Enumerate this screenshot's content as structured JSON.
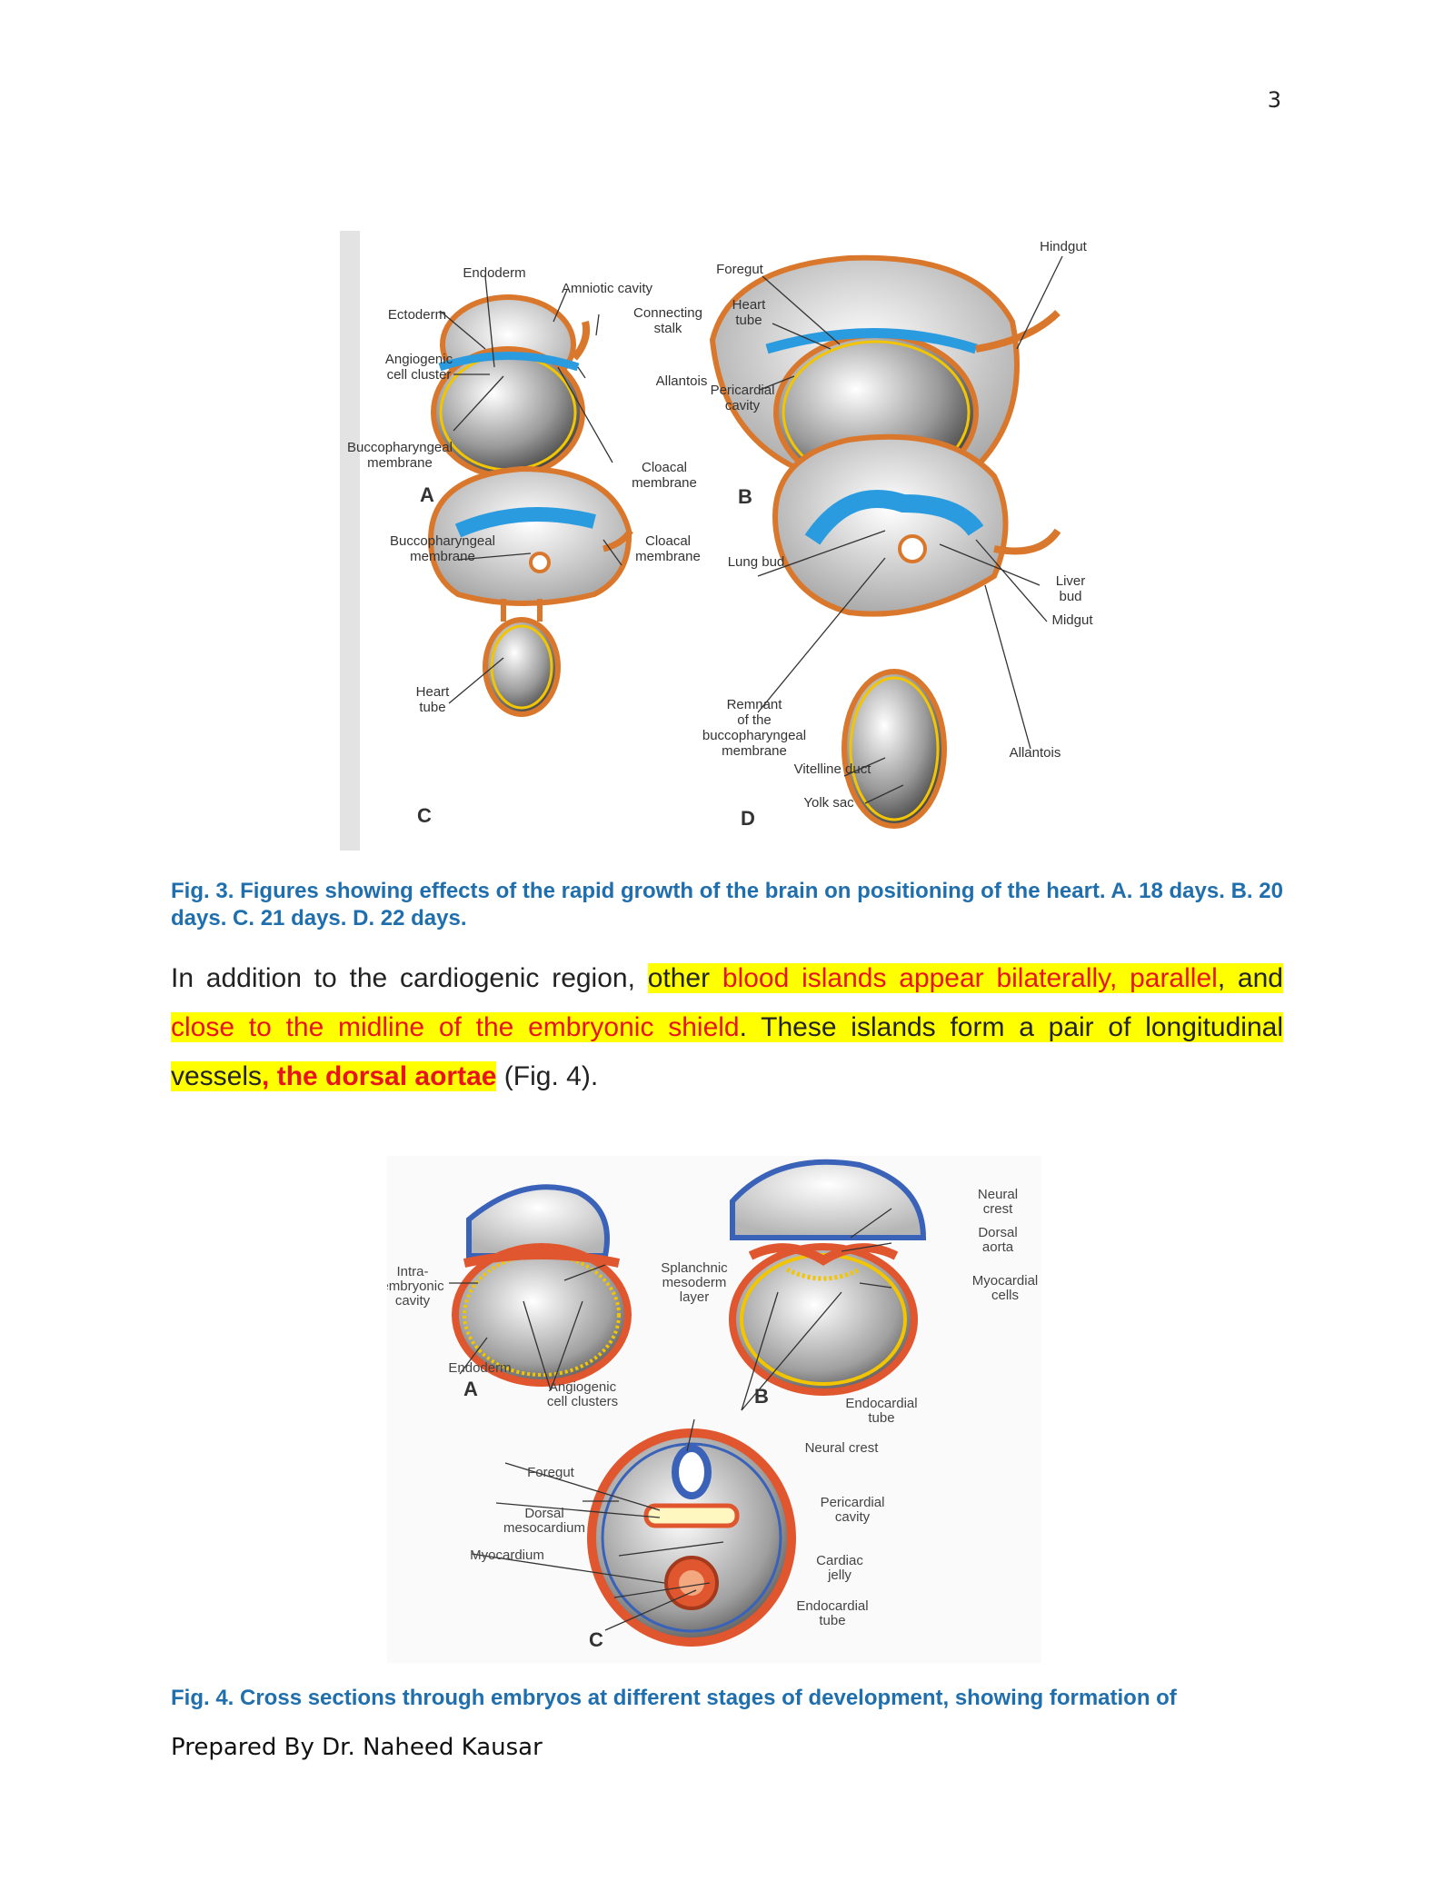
{
  "page_number": "3",
  "figure3": {
    "panels": [
      "A",
      "B",
      "C",
      "D"
    ],
    "labels": {
      "endoderm": "Endoderm",
      "amniotic_cavity": "Amniotic cavity",
      "ectoderm": "Ectoderm",
      "connecting_stalk_1": "Connecting",
      "connecting_stalk_2": "stalk",
      "angiogenic_1": "Angiogenic",
      "angiogenic_2": "cell cluster",
      "allantois_a": "Allantois",
      "bucco_a_1": "Buccopharyngeal",
      "bucco_a_2": "membrane",
      "cloacal_a_1": "Cloacal",
      "cloacal_a_2": "membrane",
      "foregut": "Foregut",
      "hindgut": "Hindgut",
      "heart_tube_b_1": "Heart",
      "heart_tube_b_2": "tube",
      "pericardial_b_1": "Pericardial",
      "pericardial_b_2": "cavity",
      "bucco_c_1": "Buccopharyngeal",
      "bucco_c_2": "membrane",
      "cloacal_c_1": "Cloacal",
      "cloacal_c_2": "membrane",
      "heart_tube_c_1": "Heart",
      "heart_tube_c_2": "tube",
      "lung_bud": "Lung bud",
      "liver_bud_1": "Liver",
      "liver_bud_2": "bud",
      "midgut": "Midgut",
      "remnant_1": "Remnant",
      "remnant_2": "of the",
      "remnant_3": "buccopharyngeal",
      "remnant_4": "membrane",
      "allantois_d": "Allantois",
      "vitelline_duct": "Vitelline duct",
      "yolk_sac": "Yolk sac"
    },
    "caption": "Fig. 3. Figures showing effects of the rapid growth of the brain on positioning of the heart. A. 18 days. B. 20 days. C. 21 days. D. 22 days."
  },
  "paragraph": {
    "seg1": "In addition to the cardiogenic region, ",
    "seg2": "other ",
    "seg3": "blood islands appear bilaterally, parallel",
    "seg4": ", and ",
    "seg5": "close to the midline of the embryonic shield",
    "seg6": ". These islands form a pair of longitudinal vessels",
    "seg7": ", the dorsal aortae",
    "seg8": " (Fig. 4)."
  },
  "figure4": {
    "panels": [
      "A",
      "B",
      "C"
    ],
    "labels": {
      "intra_1": "Intra-",
      "intra_2": "embryonic",
      "intra_3": "cavity",
      "splanchnic_1": "Splanchnic",
      "splanchnic_2": "mesoderm",
      "splanchnic_3": "layer",
      "endoderm": "Endoderm",
      "angiogenic_1": "Angiogenic",
      "angiogenic_2": "cell clusters",
      "neural_crest_b_1": "Neural",
      "neural_crest_b_2": "crest",
      "dorsal_aorta_1": "Dorsal",
      "dorsal_aorta_2": "aorta",
      "myocardial_1": "Myocardial",
      "myocardial_2": "cells",
      "endocardial_b_1": "Endocardial",
      "endocardial_b_2": "tube",
      "neural_crest_c": "Neural crest",
      "foregut": "Foregut",
      "dorsal_meso_1": "Dorsal",
      "dorsal_meso_2": "mesocardium",
      "pericardial_1": "Pericardial",
      "pericardial_2": "cavity",
      "myocardium": "Myocardium",
      "cardiac_jelly_1": "Cardiac",
      "cardiac_jelly_2": "jelly",
      "endocardial_c_1": "Endocardial",
      "endocardial_c_2": "tube"
    },
    "caption": "Fig. 4. Cross sections through embryos at different stages of development, showing formation of"
  },
  "footer": "Prepared By Dr. Naheed Kausar",
  "colors": {
    "caption": "#1f6fae",
    "highlight": "#ffff00",
    "emphasis": "#e8141c",
    "tissue_orange": "#d9782d",
    "tissue_blue": "#2b9be0",
    "endoderm_yellow": "#f2c500"
  }
}
